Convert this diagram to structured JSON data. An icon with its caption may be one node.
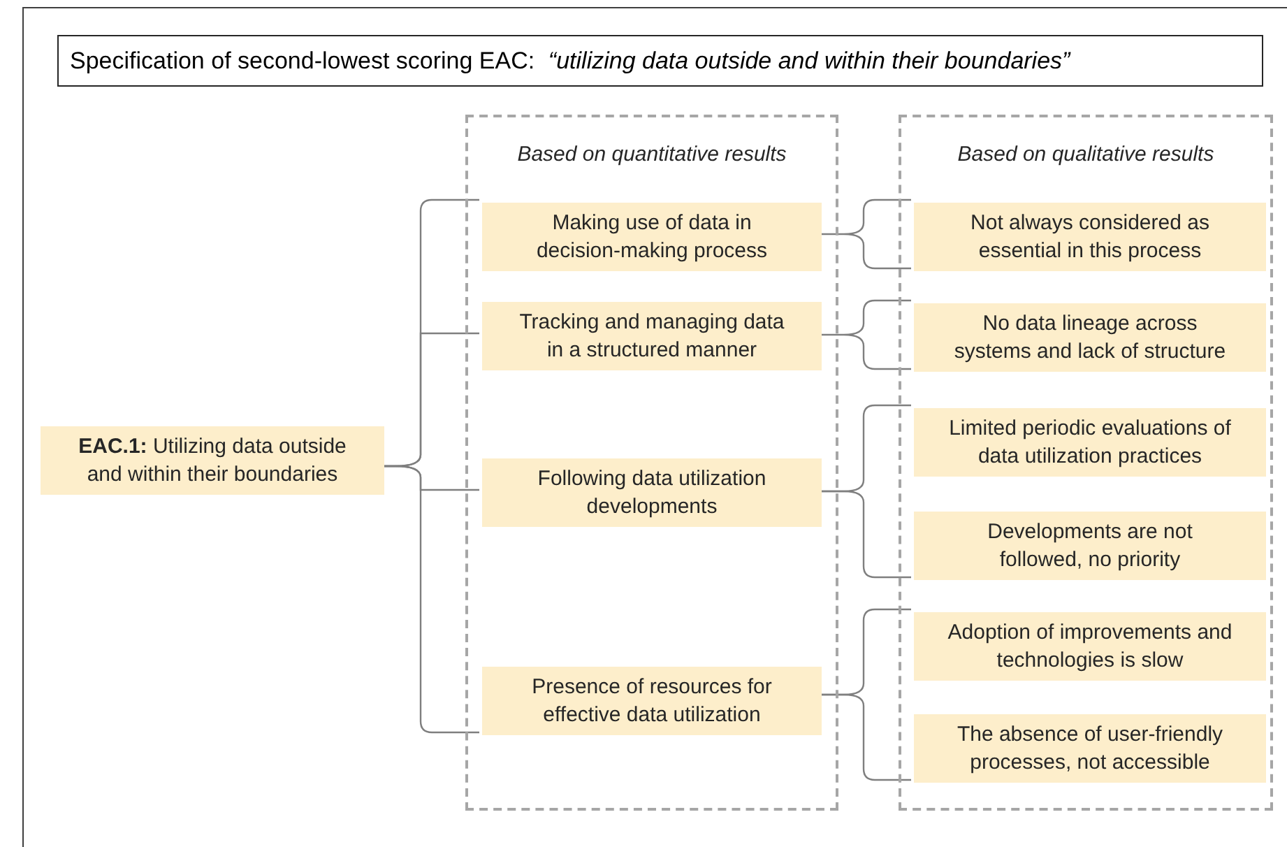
{
  "diagram": {
    "title": "Specification of second-lowest scoring EAC: *“utilizing data outside and within their boundaries”*",
    "nodes": [
      {
        "text": [
          "**EAC.1:** Utilizing data outside and within their boundaries"
        ]
      },
      {
        "text": [
          "Based on quantitative results"
        ]
      },
      {
        "text": [
          "Making use of data in decision-making process"
        ],
        "in": 1
      },
      {
        "text": [
          "Tracking and managing data in a structured manner"
        ],
        "in": 1
      },
      {
        "text": [
          "Following data utilization developments"
        ],
        "in": 1
      },
      {
        "text": [
          "Presence of resources for effective data utilization"
        ],
        "in": 1
      },
      {
        "text": [
          "Based on qualitative results"
        ]
      },
      {
        "text": [
          "Not always considered as essential in this process"
        ],
        "in": 6
      },
      {
        "text": [
          "No data lineage across systems and lack of structure"
        ],
        "in": 6
      },
      {
        "text": [
          "Limited periodic evaluations of data utilization practices"
        ],
        "in": 6
      },
      {
        "text": [
          "Developments are not followed, no priority"
        ],
        "in": 6
      },
      {
        "text": [
          "Adoption of improvements and technologies is slow"
        ],
        "in": 6
      },
      {
        "text": [
          "The absence of user-friendly processes, not accessible"
        ],
        "in": 6
      }
    ],
    "edges": [
      {
        "from": 0,
        "to": 2,
        "arrow": "none"
      },
      {
        "from": 0,
        "to": 3,
        "arrow": "none"
      },
      {
        "from": 0,
        "to": 4,
        "arrow": "none"
      },
      {
        "from": 0,
        "to": 5,
        "arrow": "none"
      },
      {
        "from": 2,
        "to": 7,
        "arrow": "none"
      },
      {
        "from": 3,
        "to": 8,
        "arrow": "none"
      },
      {
        "from": 4,
        "to": 9,
        "arrow": "none"
      },
      {
        "from": 4,
        "to": 10,
        "arrow": "none"
      },
      {
        "from": 5,
        "to": 11,
        "arrow": "none"
      },
      {
        "from": 5,
        "to": 12,
        "arrow": "none"
      }
    ]
  }
}
